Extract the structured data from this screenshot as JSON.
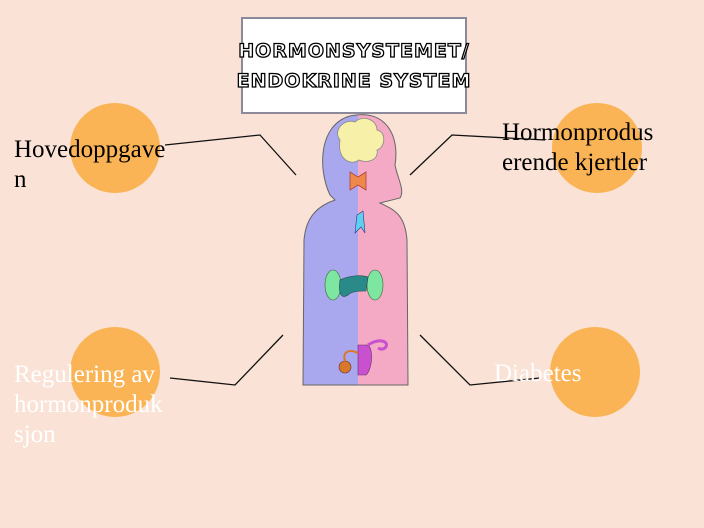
{
  "title": {
    "line1": "HORMONSYSTEMET/",
    "line2": "ENDOKRINE SYSTEM"
  },
  "topics": [
    {
      "label": "Hovedoppgave\nn",
      "color": "#000000"
    },
    {
      "label": "Hormonprodus\nerende kjertler",
      "color": "#000000"
    },
    {
      "label": "Regulering av\nhormonproduk\nsjon",
      "color": "#ffffff"
    },
    {
      "label": "Diabetes",
      "color": "#ffffff"
    }
  ],
  "colors": {
    "background": "#fae3d6",
    "circle": "#fbb455",
    "body_left": "#a9a8ee",
    "body_right": "#f4a9c4"
  }
}
